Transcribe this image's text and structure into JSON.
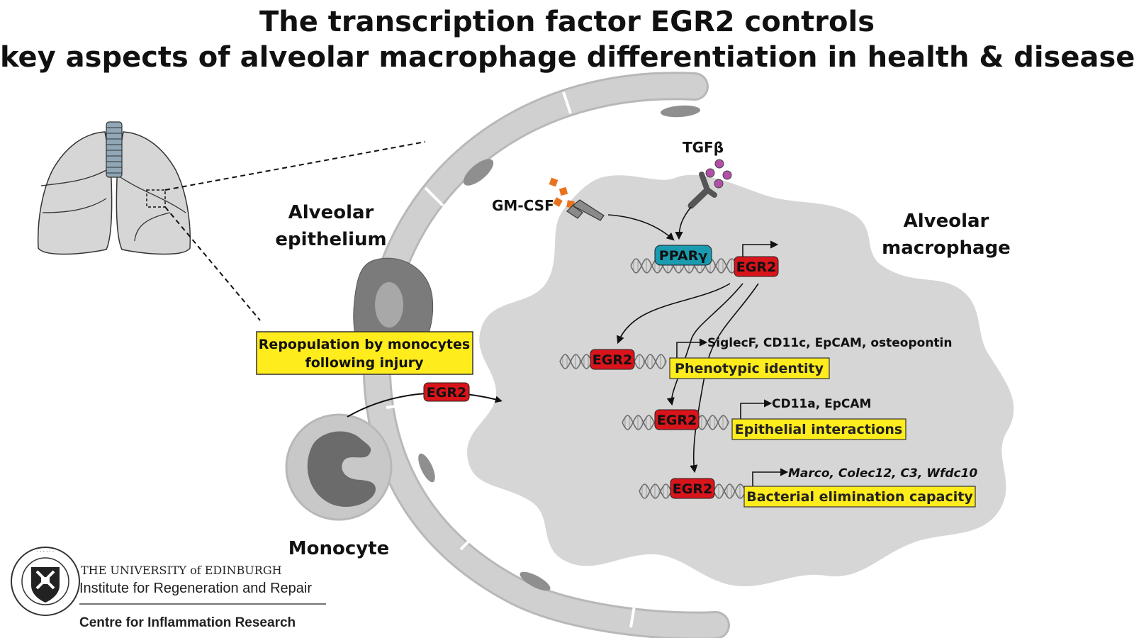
{
  "title": {
    "line1": "The transcription factor EGR2 controls",
    "line2": "key aspects of alveolar macrophage differentiation in health & disease"
  },
  "labels": {
    "alveolar_epithelium_1": "Alveolar",
    "alveolar_epithelium_2": "epithelium",
    "alveolar_macrophage_1": "Alveolar",
    "alveolar_macrophage_2": "macrophage",
    "monocyte": "Monocyte",
    "gm_csf": "GM-CSF",
    "tgfb": "TGFβ",
    "ppar": "PPARγ",
    "egr2": "EGR2"
  },
  "repopulation": {
    "line1": "Repopulation by monocytes",
    "line2": "following injury"
  },
  "targets": [
    {
      "genes": "SiglecF, CD11c, EpCAM, osteopontin",
      "function": "Phenotypic identity",
      "italic": false
    },
    {
      "genes": "CD11a, EpCAM",
      "function": "Epithelial interactions",
      "italic": false
    },
    {
      "genes": "Marco, Colec12, C3, Wfdc10",
      "function": "Bacterial elimination capacity",
      "italic": true
    }
  ],
  "logo": {
    "university": "THE UNIVERSITY of EDINBURGH",
    "institute": "Institute for Regeneration and Repair",
    "centre": "Centre for Inflammation Research",
    "seal_text": "THE UNIVERSITY OF EDINBURGH"
  },
  "colors": {
    "egr2_fill": "#d9141b",
    "ppar_fill": "#1a9bb0",
    "highlight_yellow": "#ffec1c",
    "gmcsf_orange": "#e8731f",
    "tgfb_purple": "#b24fa6",
    "cell_grey": "#dcdcdc",
    "epithelium_grey": "#c8c8c8"
  },
  "icons": [
    "lung-icon",
    "dna-helix-icon",
    "receptor-icon",
    "university-seal-icon"
  ]
}
